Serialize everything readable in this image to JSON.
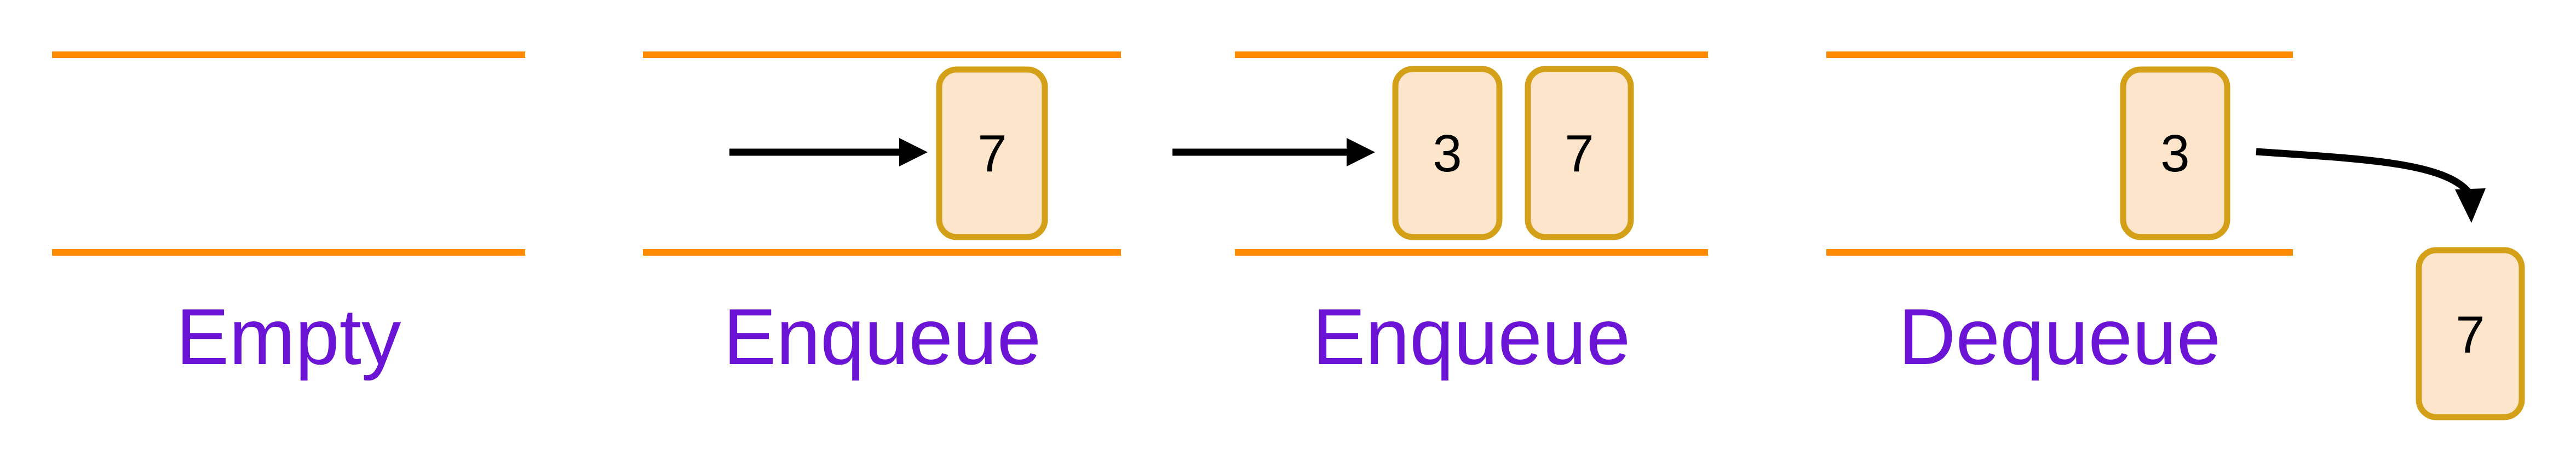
{
  "diagram": {
    "description": "Queue operations diagram",
    "colors": {
      "queue_line": "#FF8C00",
      "box_border": "#D4A017",
      "box_fill": "#FDE5CC",
      "label_text": "#6B14D6",
      "arrow": "#000000",
      "value_text": "#000000",
      "background": "#FFFFFF"
    },
    "panels": [
      {
        "id": "empty",
        "label": "Empty",
        "items": [],
        "arrow": null
      },
      {
        "id": "enqueue-1",
        "label": "Enqueue",
        "items": [
          "7"
        ],
        "arrow": "right-into-queue"
      },
      {
        "id": "enqueue-2",
        "label": "Enqueue",
        "items": [
          "3",
          "7"
        ],
        "arrow": "right-into-queue"
      },
      {
        "id": "dequeue",
        "label": "Dequeue",
        "items": [
          "3"
        ],
        "arrow": "curved-down-out",
        "dequeued_item": "7"
      }
    ]
  }
}
